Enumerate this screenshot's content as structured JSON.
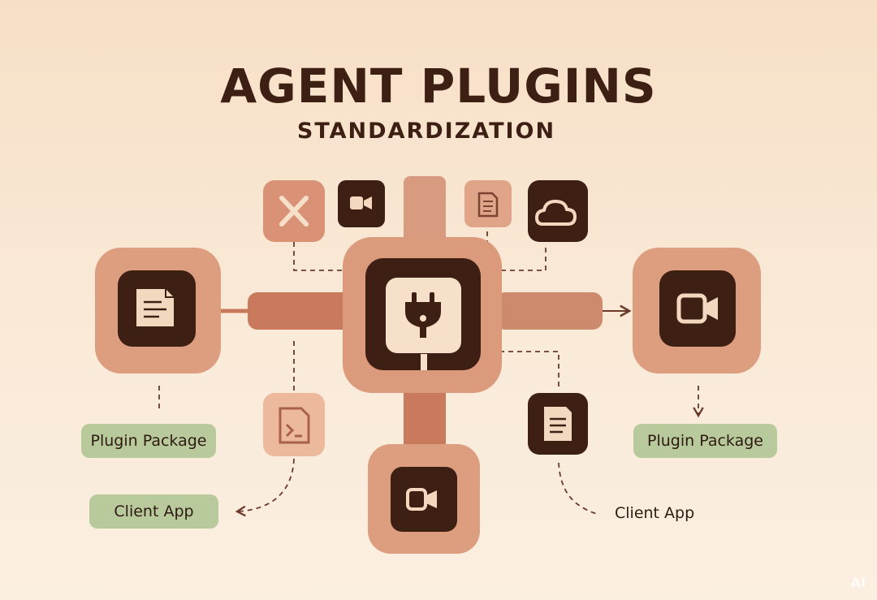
{
  "title": "AGENT PLUGINS",
  "subtitle": "STANDARDIZATION",
  "labels": {
    "left_package": "Plugin Package",
    "right_package": "Plugin Package",
    "left_client": "Client App",
    "right_client": "Client App"
  },
  "icons": {
    "central": "plug-icon",
    "left": "document-icon",
    "right": "video-camera-icon",
    "bottom": "video-camera-icon",
    "top_small": [
      "close-icon",
      "video-camera-icon",
      "document-icon",
      "cloud-icon"
    ],
    "side_small": [
      "code-file-icon",
      "document-icon"
    ]
  },
  "colors": {
    "background": "#f8e4cf",
    "tile": "#dd9e80",
    "connector": "#c97a5d",
    "dark": "#3d1f14",
    "pill": "#b8c99b",
    "icon_light": "#f3d8c0"
  },
  "watermark": "AI"
}
